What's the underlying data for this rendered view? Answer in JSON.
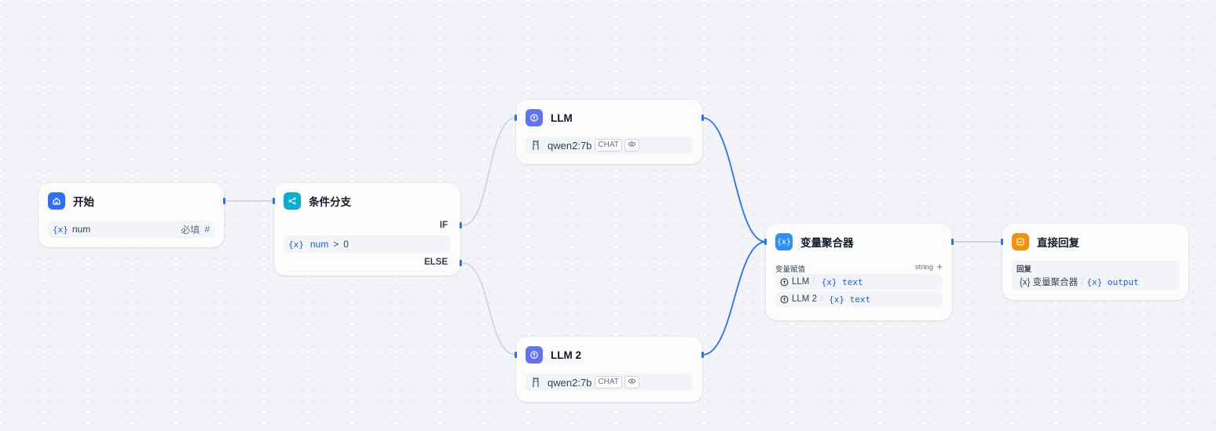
{
  "nodes": {
    "start": {
      "title": "开始",
      "var_prefix": "{x}",
      "var_name": "num",
      "required_label": "必填",
      "type_symbol": "#"
    },
    "if_else": {
      "title": "条件分支",
      "if_label": "IF",
      "else_label": "ELSE",
      "cond_prefix": "{x}",
      "cond_var": "num",
      "cond_op": ">",
      "cond_value": "0"
    },
    "llm": {
      "title": "LLM",
      "model": "qwen2:7b",
      "mode_tag": "CHAT"
    },
    "llm2": {
      "title": "LLM 2",
      "model": "qwen2:7b",
      "mode_tag": "CHAT"
    },
    "aggregator": {
      "title": "变量聚合器",
      "assign_label": "变量赋值",
      "type_label": "string",
      "add_symbol": "+",
      "items": [
        {
          "source": "LLM",
          "sep": "/",
          "var": "{x} text"
        },
        {
          "source": "LLM 2",
          "sep": "/",
          "var": "{x} text"
        }
      ]
    },
    "answer": {
      "title": "直接回复",
      "reply_label": "回复",
      "ref_node": "{x} 变量聚合器",
      "sep": "/",
      "ref_var": "{x} output"
    }
  },
  "colors": {
    "edge_active": "#2970ff",
    "edge_inactive": "#d0d5dd",
    "start_icon": "#2970ff",
    "ifelse_icon": "#06aed4",
    "llm_icon": "#6172f3",
    "aggregator_icon": "#2e90fa",
    "answer_icon": "#f79009"
  },
  "icons": {
    "start": "home-icon",
    "if_else": "branch-icon",
    "llm": "llm-brain-icon",
    "aggregator": "variable-icon",
    "answer": "reply-icon",
    "model": "llama-icon",
    "visibility": "eye-icon"
  }
}
